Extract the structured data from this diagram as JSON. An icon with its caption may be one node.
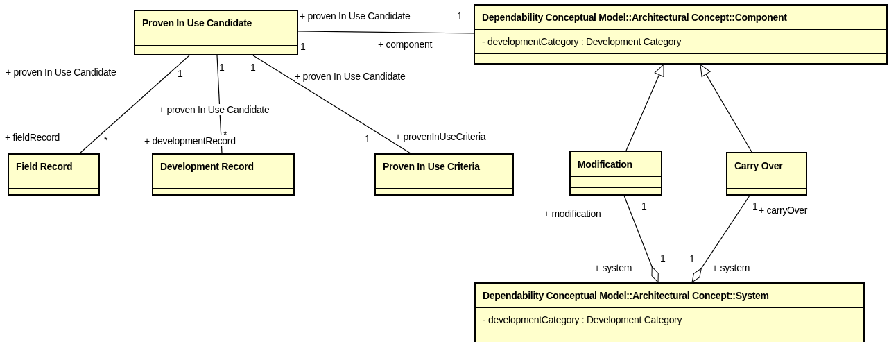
{
  "diagram": {
    "nodes": [
      {
        "text": [
          "Proven In Use Candidate"
        ]
      },
      {
        "text": [
          "Dependability Conceptual Model::Architectural Concept::Component",
          "- developmentCategory : Development Category"
        ]
      },
      {
        "text": [
          "Field Record"
        ]
      },
      {
        "text": [
          "Development Record"
        ]
      },
      {
        "text": [
          "Proven In Use Criteria"
        ]
      },
      {
        "text": [
          "Modification"
        ]
      },
      {
        "text": [
          "Carry Over"
        ]
      },
      {
        "text": [
          "Dependability Conceptual Model::Architectural Concept::System",
          "- developmentCategory : Development Category"
        ]
      }
    ],
    "edges": [
      {
        "from": 0,
        "to": 1,
        "arrow": "none"
      },
      {
        "from": 0,
        "to": 2,
        "arrow": "none"
      },
      {
        "from": 0,
        "to": 3,
        "arrow": "none"
      },
      {
        "from": 0,
        "to": 4,
        "arrow": "none"
      },
      {
        "from": 5,
        "to": 1,
        "arrow": "to"
      },
      {
        "from": 6,
        "to": 1,
        "arrow": "to"
      },
      {
        "from": 5,
        "to": 7,
        "arrow": "other"
      },
      {
        "from": 6,
        "to": 7,
        "arrow": "other"
      }
    ],
    "labels": [
      "+ proven In Use Candidate",
      "1",
      "1",
      "+ component",
      "+ proven In Use Candidate",
      "1",
      "1",
      "1",
      "+ proven In Use Candidate",
      "+ proven In Use Candidate",
      "+ fieldRecord",
      "*",
      "*",
      "+ developmentRecord",
      "1",
      "+ provenInUseCriteria",
      "+ modification",
      "1",
      "1",
      "+ carryOver",
      "1",
      "1",
      "+ system",
      "+ system"
    ]
  }
}
